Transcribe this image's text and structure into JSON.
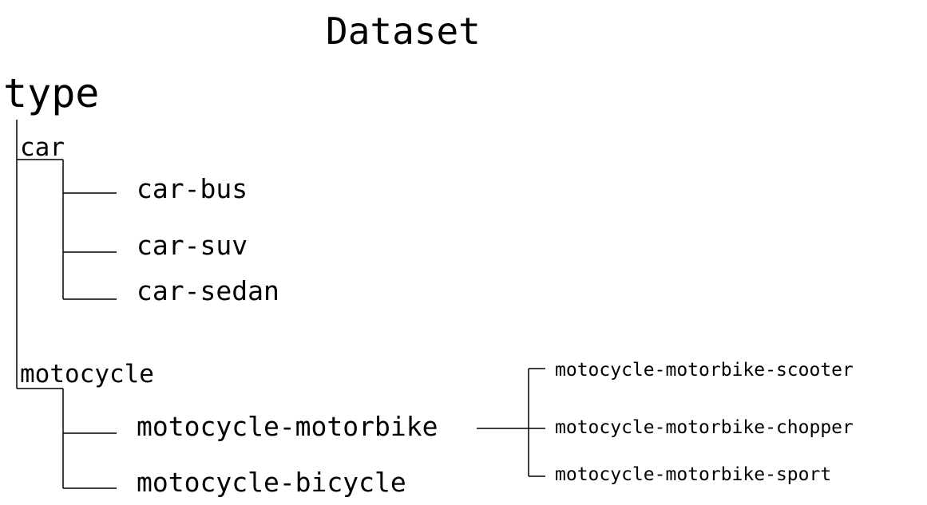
{
  "title": "Dataset",
  "root": "type",
  "car": {
    "label": "car",
    "children": [
      "car-bus",
      "car-suv",
      "car-sedan"
    ]
  },
  "motocycle": {
    "label": "motocycle",
    "children": [
      "motocycle-motorbike",
      "motocycle-bicycle"
    ],
    "motorbike_children": [
      "motocycle-motorbike-scooter",
      "motocycle-motorbike-chopper",
      "motocycle-motorbike-sport"
    ]
  }
}
